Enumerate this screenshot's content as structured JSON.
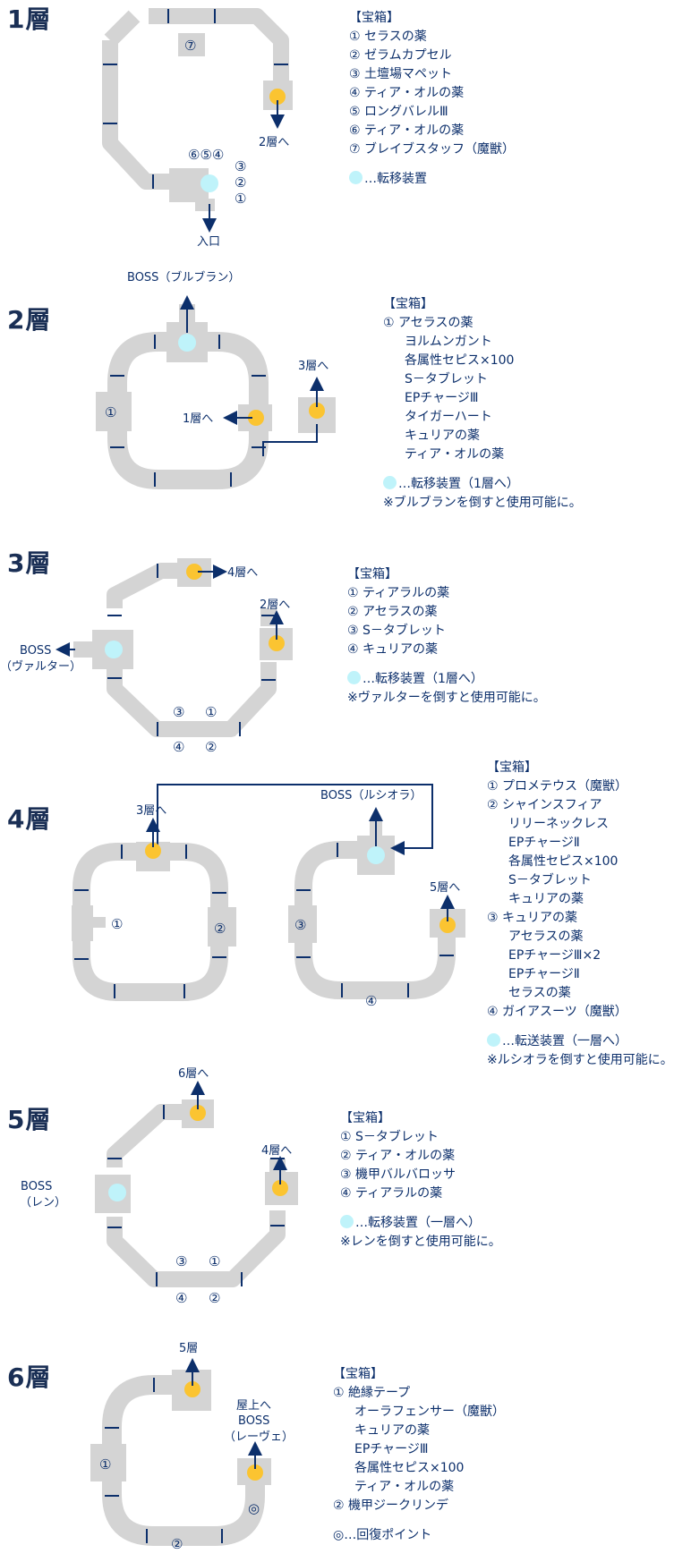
{
  "colors": {
    "corridor": "#d4d4d4",
    "connector": "#0c2f6b",
    "treasure_or_exit": "#fbc431",
    "teleporter": "#bff3fa"
  },
  "icons": {
    "exit_marker": "orange-circle",
    "teleporter": "light-cyan-circle",
    "healing": "double-circle"
  },
  "floors": [
    {
      "title": "1層",
      "labels": {
        "to_next": "2層へ",
        "entrance": "入口",
        "box_top": "⑦",
        "group_left": "⑥⑤④",
        "stack": [
          "③",
          "②",
          "①"
        ]
      },
      "legend": {
        "header": "【宝箱】",
        "items": [
          "① セラスの薬",
          "② ゼラムカプセル",
          "③ 土壇場マペット",
          "④ ティア・オルの薬",
          "⑤ ロングバレルⅢ",
          "⑥ ティア・オルの薬",
          "⑦ ブレイブスタッフ（魔獣）"
        ],
        "teleporter": "…転移装置"
      }
    },
    {
      "title": "2層",
      "labels": {
        "boss": "BOSS（ブルブラン）",
        "to_next": "3層へ",
        "to_prev": "1層へ",
        "box_left": "①"
      },
      "legend": {
        "header": "【宝箱】",
        "first": "① アセラスの薬",
        "items": [
          "ヨルムンガント",
          "各属性セピス×100",
          "S－タブレット",
          "EPチャージⅢ",
          "タイガーハート",
          "キュリアの薬",
          "ティア・オルの薬"
        ],
        "teleporter": "…転移装置（1層へ）",
        "note": "※ブルブランを倒すと使用可能に。"
      }
    },
    {
      "title": "3層",
      "labels": {
        "to_next": "4層へ",
        "to_prev": "2層へ",
        "boss_line1": "BOSS",
        "boss_line2": "（ヴァルター）",
        "bottom_top": [
          "③",
          "①"
        ],
        "bottom_bottom": [
          "④",
          "②"
        ]
      },
      "legend": {
        "header": "【宝箱】",
        "items": [
          "① ティアラルの薬",
          "② アセラスの薬",
          "③ S－タブレット",
          "④ キュリアの薬"
        ],
        "teleporter": "…転移装置（1層へ）",
        "note": "※ヴァルターを倒すと使用可能に。"
      }
    },
    {
      "title": "4層",
      "labels": {
        "to_prev": "3層へ",
        "boss": "BOSS（ルシオラ）",
        "to_next": "5層へ",
        "b1": "①",
        "b2": "②",
        "b3": "③",
        "b4": "④"
      },
      "legend": {
        "header": "【宝箱】",
        "lines": [
          {
            "t": "① プロメテウス（魔獣）",
            "ind": false
          },
          {
            "t": "② シャインスフィア",
            "ind": false
          },
          {
            "t": "リリーネックレス",
            "ind": true
          },
          {
            "t": "EPチャージⅡ",
            "ind": true
          },
          {
            "t": "各属性セピス×100",
            "ind": true
          },
          {
            "t": "S－タブレット",
            "ind": true
          },
          {
            "t": "キュリアの薬",
            "ind": true
          },
          {
            "t": "③ キュリアの薬",
            "ind": false
          },
          {
            "t": "アセラスの薬",
            "ind": true
          },
          {
            "t": "EPチャージⅢ×2",
            "ind": true
          },
          {
            "t": "EPチャージⅡ",
            "ind": true
          },
          {
            "t": "セラスの薬",
            "ind": true
          },
          {
            "t": "④ ガイアスーツ（魔獣）",
            "ind": false
          }
        ],
        "teleporter": "…転送装置（一層へ）",
        "note": "※ルシオラを倒すと使用可能に。"
      }
    },
    {
      "title": "5層",
      "labels": {
        "to_next": "6層へ",
        "to_prev": "4層へ",
        "boss_line1": "BOSS",
        "boss_line2": "（レン）",
        "bottom_top": [
          "③",
          "①"
        ],
        "bottom_bottom": [
          "④",
          "②"
        ]
      },
      "legend": {
        "header": "【宝箱】",
        "items": [
          "① S－タブレット",
          "② ティア・オルの薬",
          "③ 機甲バルバロッサ",
          "④ ティアラルの薬"
        ],
        "teleporter": "…転移装置（一層へ）",
        "note": "※レンを倒すと使用可能に。"
      }
    },
    {
      "title": "6層",
      "labels": {
        "to_prev": "5層",
        "roof_line1": "屋上へ",
        "roof_line2": "BOSS",
        "roof_line3": "（レーヴェ）",
        "b1": "①",
        "b2": "②",
        "heal": "◎"
      },
      "legend": {
        "header": "【宝箱】",
        "lines": [
          {
            "t": "① 絶縁テープ",
            "ind": false
          },
          {
            "t": "オーラフェンサー（魔獣）",
            "ind": true
          },
          {
            "t": "キュリアの薬",
            "ind": true
          },
          {
            "t": "EPチャージⅢ",
            "ind": true
          },
          {
            "t": "各属性セピス×100",
            "ind": true
          },
          {
            "t": "ティア・オルの薬",
            "ind": true
          },
          {
            "t": "② 機甲ジークリンデ",
            "ind": false
          }
        ],
        "heal": "◎…回復ポイント"
      }
    }
  ]
}
